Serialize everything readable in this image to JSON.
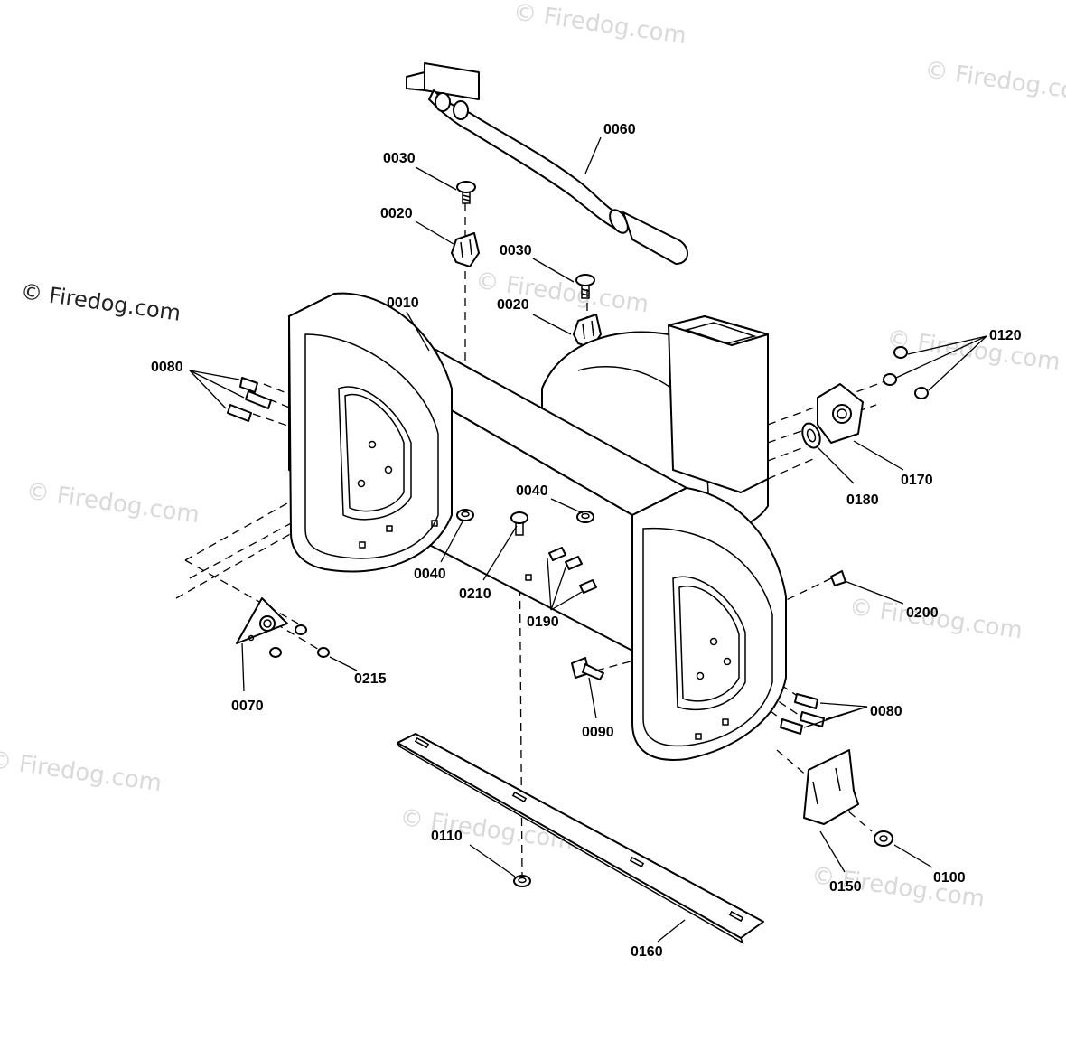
{
  "diagram": {
    "watermark": "© Firedog.com",
    "labels": {
      "p0010": "0010",
      "p0020a": "0020",
      "p0020b": "0020",
      "p0030a": "0030",
      "p0030b": "0030",
      "p0040a": "0040",
      "p0040b": "0040",
      "p0060": "0060",
      "p0070": "0070",
      "p0080a": "0080",
      "p0080b": "0080",
      "p0090": "0090",
      "p0100": "0100",
      "p0110": "0110",
      "p0120": "0120",
      "p0150": "0150",
      "p0160": "0160",
      "p0170": "0170",
      "p0180": "0180",
      "p0190": "0190",
      "p0200": "0200",
      "p0210": "0210",
      "p0215": "0215"
    }
  }
}
